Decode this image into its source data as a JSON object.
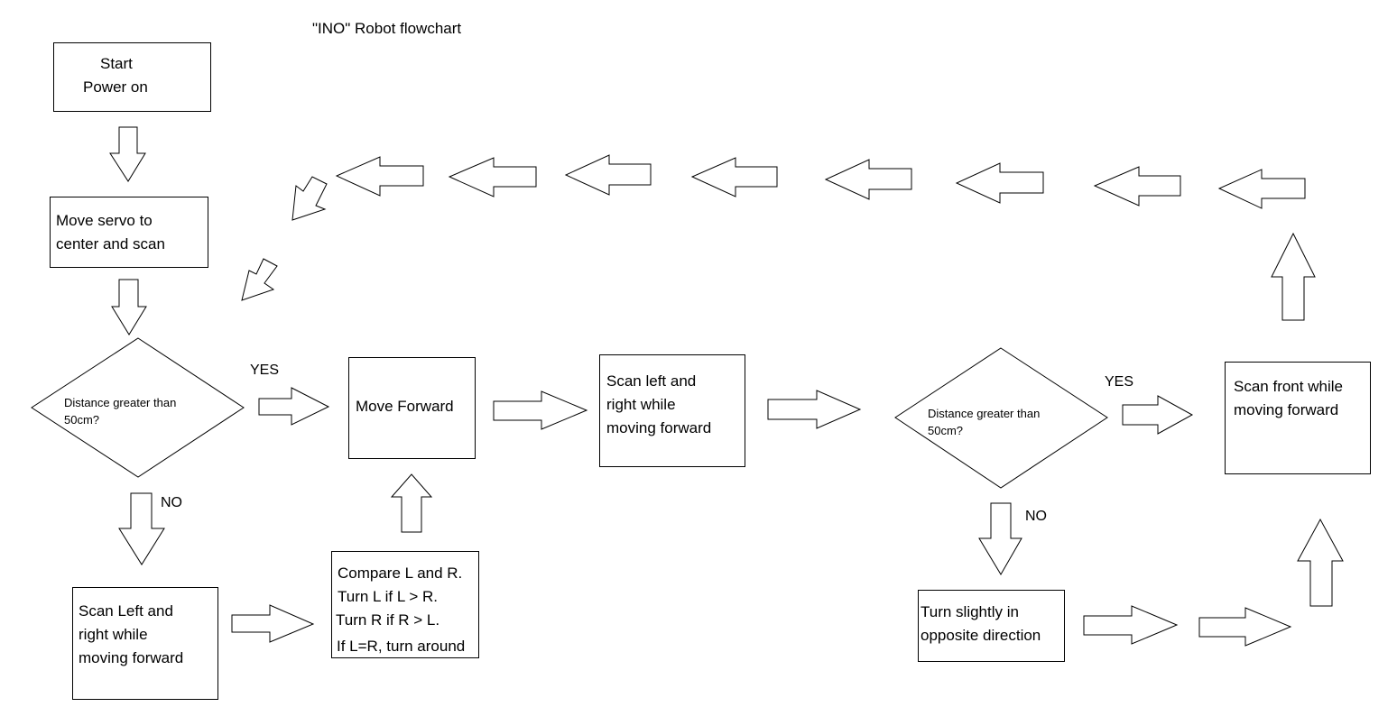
{
  "title": "\"INO\" Robot flowchart",
  "nodes": {
    "start": [
      "Start",
      "Power on"
    ],
    "move_servo": [
      "Move servo to",
      "center and scan"
    ],
    "decision_left": [
      "Distance greater than",
      "50cm?"
    ],
    "move_forward": "Move Forward",
    "scan_lr_forward": [
      "Scan left and",
      "right while",
      "moving forward"
    ],
    "decision_right": [
      "Distance greater than",
      "50cm?"
    ],
    "scan_front": [
      "Scan front while",
      "moving forward"
    ],
    "scan_left_right": [
      "Scan Left and",
      "right while",
      "moving forward"
    ],
    "compare": [
      "Compare L and R.",
      "Turn L if L > R.",
      "Turn R if R > L.",
      "If L=R, turn around"
    ],
    "turn_slightly": [
      "Turn slightly in",
      "opposite direction"
    ]
  },
  "labels": {
    "yes_left": "YES",
    "no_left": "NO",
    "yes_right": "YES",
    "no_right": "NO"
  },
  "colors": {
    "stroke": "#000000",
    "fill": "#ffffff",
    "background": "#ffffff"
  }
}
